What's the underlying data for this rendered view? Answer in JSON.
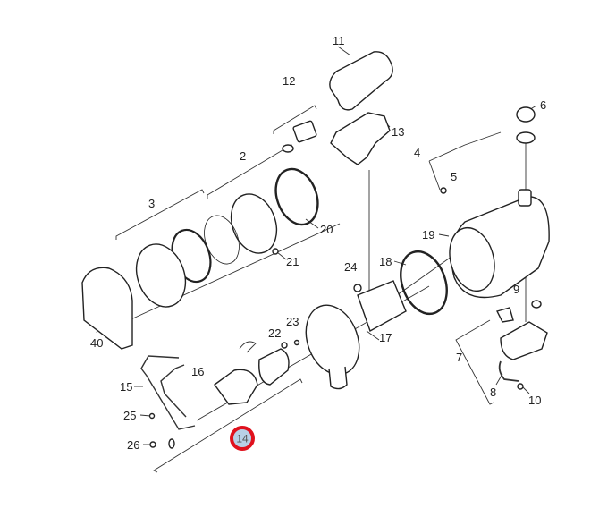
{
  "diagram": {
    "type": "exploded-parts-diagram",
    "highlight_color": "#e0111d",
    "highlighted_part": "14",
    "callouts": {
      "p11": "11",
      "p12": "12",
      "p13": "13",
      "p6": "6",
      "p4": "4",
      "p5": "5",
      "p2": "2",
      "p3": "3",
      "p20": "20",
      "p21": "21",
      "p19": "19",
      "p18": "18",
      "p24": "24",
      "p9": "9",
      "p22": "22",
      "p23": "23",
      "p17": "17",
      "p7": "7",
      "p40": "40",
      "p16": "16",
      "p15": "15",
      "p8": "8",
      "p10": "10",
      "p25": "25",
      "p26": "26",
      "p14": "14"
    }
  }
}
